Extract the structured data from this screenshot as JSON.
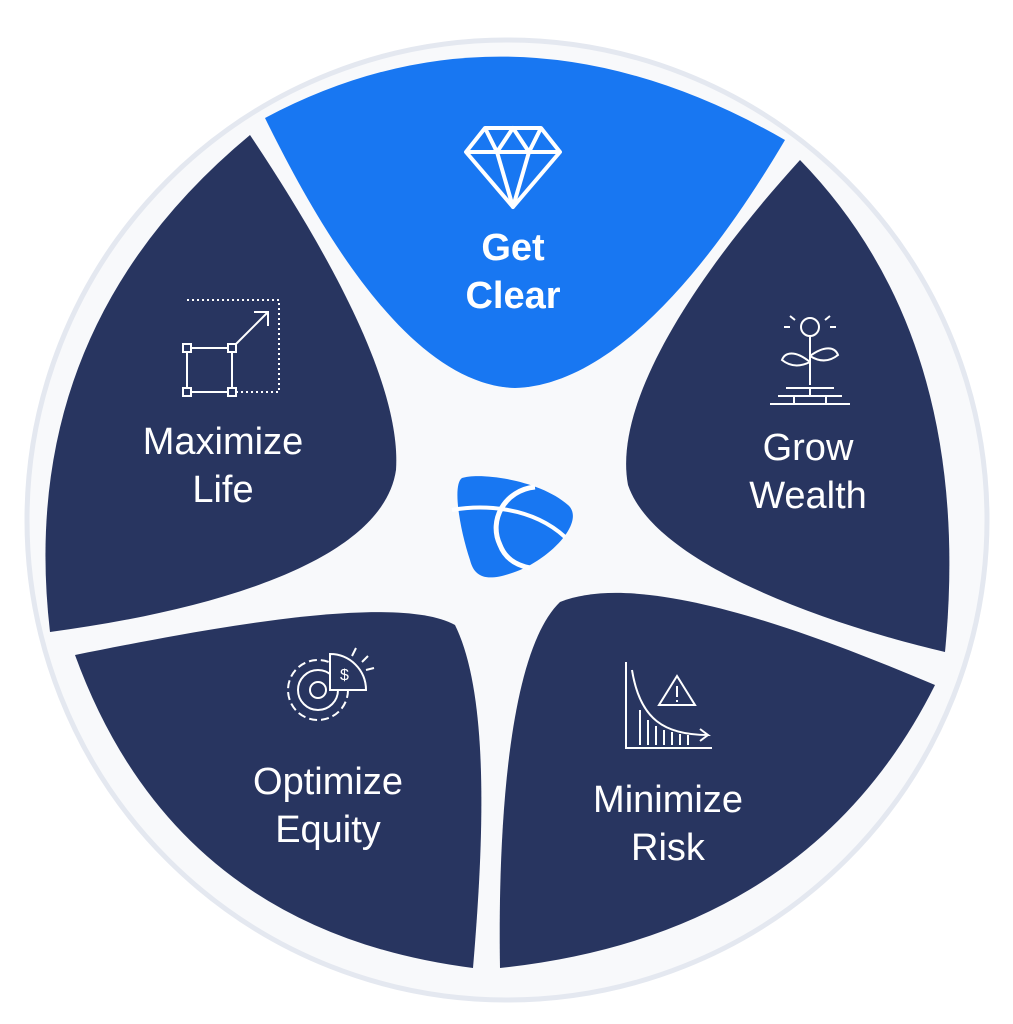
{
  "colors": {
    "navy": "#283560",
    "blue": "#1877F2",
    "ring": "#e4e8f0",
    "inner": "#f8f9fb"
  },
  "segments": [
    {
      "id": "get-clear",
      "line1": "Get",
      "line2": "Clear",
      "icon": "diamond-icon",
      "highlight": true
    },
    {
      "id": "grow-wealth",
      "line1": "Grow",
      "line2": "Wealth",
      "icon": "plant-coins-icon"
    },
    {
      "id": "minimize-risk",
      "line1": "Minimize",
      "line2": "Risk",
      "icon": "risk-chart-icon"
    },
    {
      "id": "optimize-equity",
      "line1": "Optimize",
      "line2": "Equity",
      "icon": "gear-dollar-icon"
    },
    {
      "id": "maximize-life",
      "line1": "Maximize",
      "line2": "Life",
      "icon": "scale-up-icon"
    }
  ],
  "center": {
    "icon": "brand-logo-icon"
  }
}
